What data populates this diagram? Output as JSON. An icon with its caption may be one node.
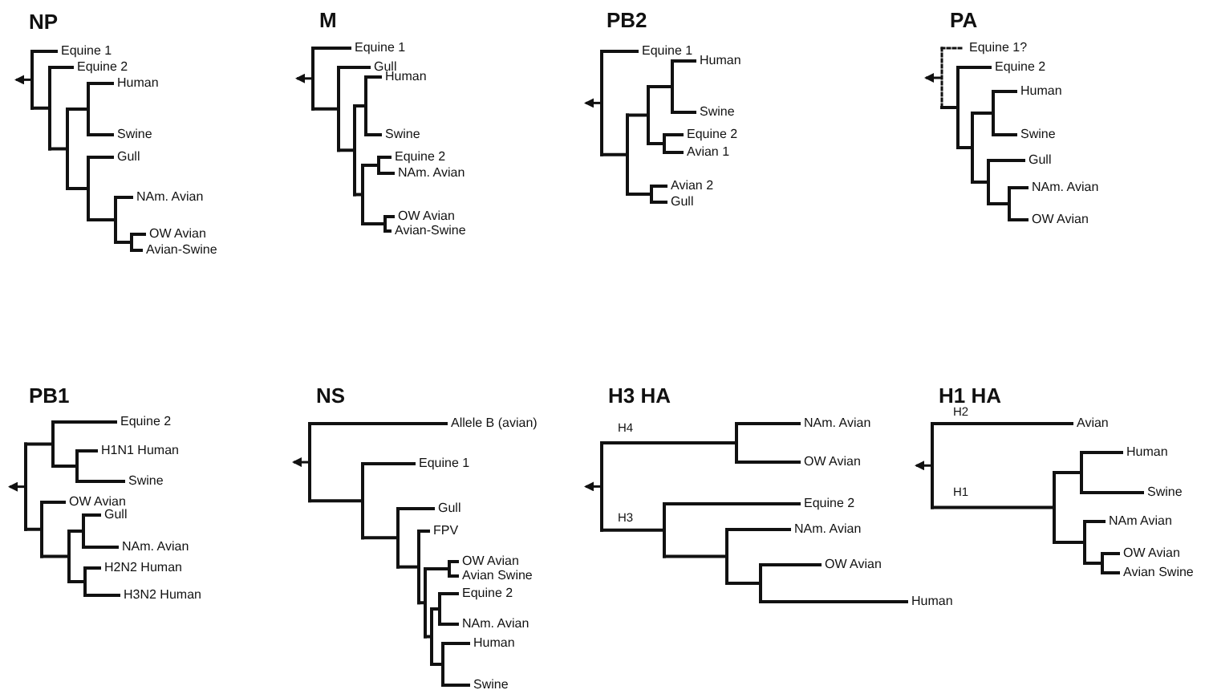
{
  "diagram": {
    "labels": [
      "NP",
      "Equine 1",
      "Equine 2",
      "Human",
      "Swine",
      "Gull",
      "NAm. Avian",
      "OW Avian",
      "Avian-Swine",
      "M",
      "Equine 1",
      "Gull",
      "Human",
      "Swine",
      "Equine 2",
      "NAm. Avian",
      "OW Avian",
      "Avian-Swine",
      "PB2",
      "Equine 1",
      "Human",
      "Swine",
      "Equine 2",
      "Avian 1",
      "Avian 2",
      "Gull",
      "PA",
      "Equine 1?",
      "Equine 2",
      "Human",
      "Swine",
      "Gull",
      "NAm. Avian",
      "OW Avian",
      "PB1",
      "Equine 2",
      "H1N1 Human",
      "Swine",
      "OW Avian",
      "Gull",
      "NAm. Avian",
      "H2N2 Human",
      "H3N2 Human",
      "NS",
      "Allele B (avian)",
      "Equine 1",
      "Gull",
      "FPV",
      "OW Avian",
      "Avian Swine",
      "Equine 2",
      "NAm. Avian",
      "Human",
      "Swine",
      "H3 HA",
      "H4",
      "NAm. Avian",
      "OW Avian",
      "H3",
      "Equine 2",
      "NAm. Avian",
      "OW Avian",
      "Human",
      "H1 HA",
      "H2",
      "Avian",
      "H1",
      "Human",
      "Swine",
      "NAm Avian",
      "OW Avian",
      "Avian Swine"
    ]
  }
}
